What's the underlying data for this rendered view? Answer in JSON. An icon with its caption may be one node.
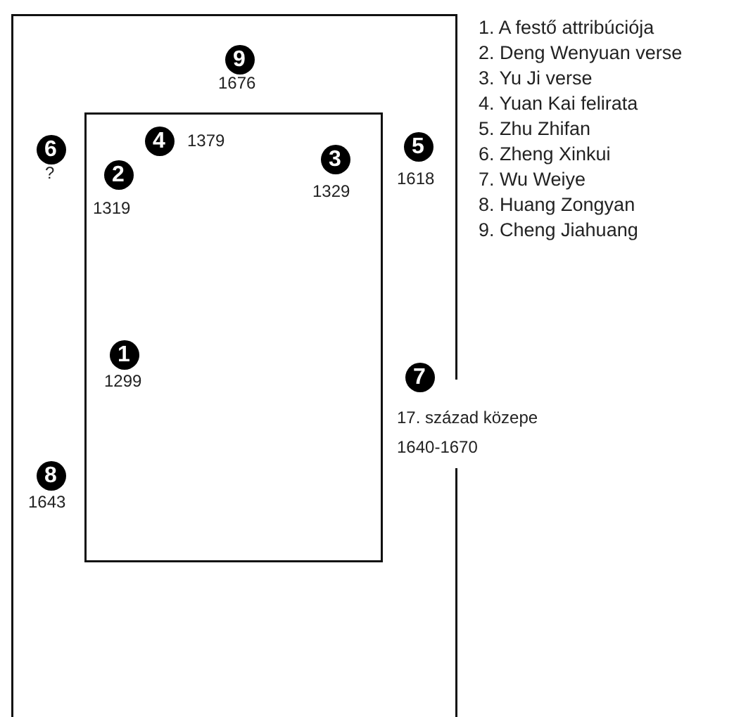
{
  "diagram": {
    "nodes": [
      {
        "text": [],
        "shape": "box"
      },
      {
        "text": [],
        "shape": "box",
        "in": 0
      },
      {
        "text": [
          "9"
        ],
        "beside": [
          "1676"
        ],
        "in": 0
      },
      {
        "text": [
          "6"
        ],
        "beside": [
          "?"
        ],
        "in": 0
      },
      {
        "text": [
          "4"
        ],
        "beside": [
          "1379"
        ],
        "in": 1
      },
      {
        "text": [
          "2"
        ],
        "beside": [
          "1319"
        ],
        "in": 1
      },
      {
        "text": [
          "3"
        ],
        "beside": [
          "1329"
        ],
        "in": 1
      },
      {
        "text": [
          "5"
        ],
        "beside": [
          "1618"
        ],
        "in": 0
      },
      {
        "text": [
          "1"
        ],
        "beside": [
          "1299"
        ],
        "in": 1
      },
      {
        "text": [
          "7"
        ],
        "beside": [
          "17. század közepe",
          "1640-1670"
        ],
        "in": 0
      },
      {
        "text": [
          "8"
        ],
        "beside": [
          "1643"
        ],
        "in": 0
      }
    ],
    "labels": [
      "1. A festő attribúciója",
      "2. Deng Wenyuan verse",
      "3. Yu Ji verse",
      "4. Yuan Kai felirata",
      "5. Zhu Zhifan",
      "6. Zheng Xinkui",
      "7. Wu Weiye",
      "8. Huang Zongyan",
      "9. Cheng Jiahuang"
    ]
  }
}
